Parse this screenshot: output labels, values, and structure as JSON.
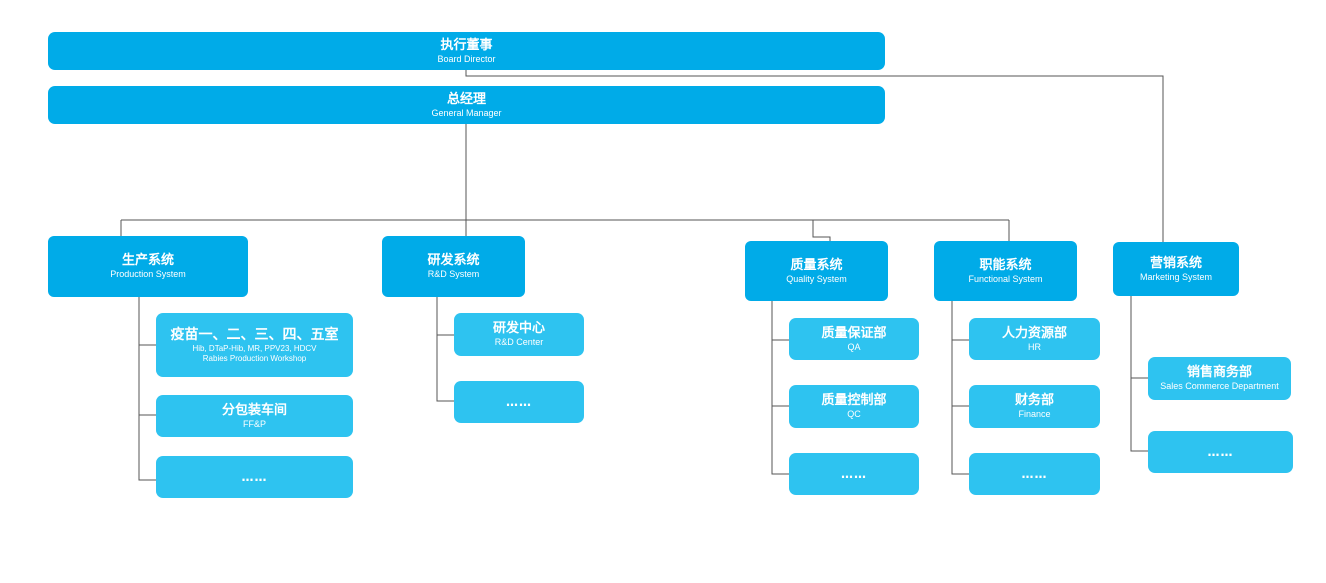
{
  "board": {
    "zh": "执行董事",
    "en": "Board Director"
  },
  "gm": {
    "zh": "总经理",
    "en": "General Manager"
  },
  "production": {
    "zh": "生产系统",
    "en": "Production System",
    "depts": [
      {
        "zh": "疫苗一、二、三、四、五室",
        "en1": "Hib, DTaP-Hib, MR, PPV23, HDCV",
        "en2": "Rabies Production Workshop"
      },
      {
        "zh": "分包装车间",
        "en": "FF&P"
      },
      {
        "dots": "……"
      }
    ]
  },
  "rd": {
    "zh": "研发系统",
    "en": "R&D System",
    "depts": [
      {
        "zh": "研发中心",
        "en": "R&D Center"
      },
      {
        "dots": "……"
      }
    ]
  },
  "quality": {
    "zh": "质量系统",
    "en": "Quality System",
    "depts": [
      {
        "zh": "质量保证部",
        "en": "QA"
      },
      {
        "zh": "质量控制部",
        "en": "QC"
      },
      {
        "dots": "……"
      }
    ]
  },
  "functional": {
    "zh": "职能系统",
    "en": "Functional System",
    "depts": [
      {
        "zh": "人力资源部",
        "en": "HR"
      },
      {
        "zh": "财务部",
        "en": "Finance"
      },
      {
        "dots": "……"
      }
    ]
  },
  "marketing": {
    "zh": "营销系统",
    "en": "Marketing System",
    "depts": [
      {
        "zh": "销售商务部",
        "en": "Sales Commerce Department"
      },
      {
        "dots": "……"
      }
    ]
  }
}
